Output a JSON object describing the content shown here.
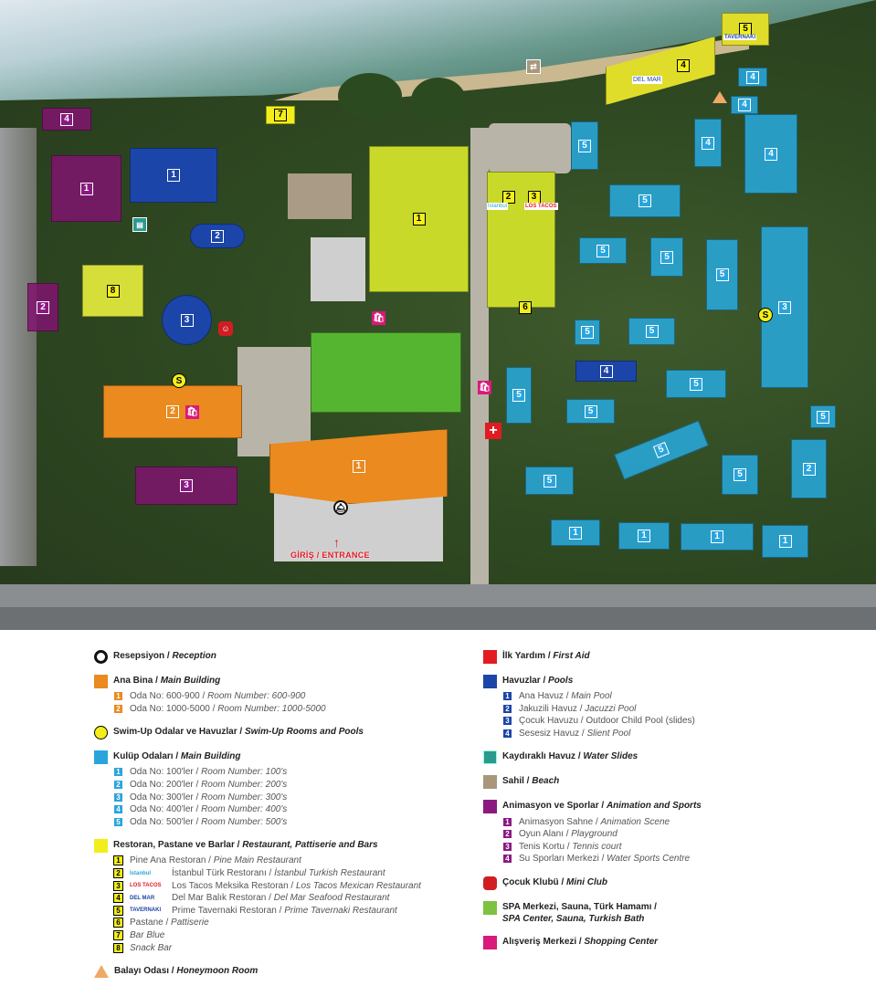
{
  "map": {
    "entrance": "GİRİŞ / ENTRANCE",
    "animation": [
      {
        "n": "4"
      },
      {
        "n": "1"
      },
      {
        "n": "2"
      },
      {
        "n": "3"
      }
    ],
    "pools": [
      {
        "n": "1"
      },
      {
        "n": "2"
      },
      {
        "n": "3"
      },
      {
        "n": "4"
      }
    ],
    "main": [
      {
        "n": "2"
      },
      {
        "n": "1"
      }
    ],
    "restaurants": [
      {
        "n": "1"
      },
      {
        "n": "2"
      },
      {
        "n": "3"
      },
      {
        "n": "4"
      },
      {
        "n": "5"
      },
      {
        "n": "6"
      },
      {
        "n": "7"
      },
      {
        "n": "8"
      }
    ],
    "logos": {
      "istanbul": "İstanbul",
      "lostacos": "LOS TACOS",
      "delmar": "DEL MAR",
      "tavernaki": "TAVERNAKI"
    },
    "club": [
      "5",
      "4",
      "4",
      "4",
      "4",
      "5",
      "5",
      "5",
      "5",
      "3",
      "5",
      "5",
      "5",
      "5",
      "5",
      "5",
      "5",
      "5",
      "2",
      "5",
      "1",
      "1",
      "1",
      "1"
    ],
    "icons": {
      "swim": "S",
      "shop": "🛍",
      "aid": "+",
      "club": "☺",
      "slide": "▤",
      "beach": "⇄",
      "reception": "🛎"
    }
  },
  "legend": {
    "left": [
      {
        "title": "Resepsiyon",
        "title_en": "Reception",
        "icon": "reception-icon"
      },
      {
        "title": "Ana Bina",
        "title_en": "Main Building",
        "color": "#ea8a1f",
        "items": [
          {
            "n": "1",
            "tr": "Oda No: 600-900",
            "en": "Room Number: 600-900"
          },
          {
            "n": "2",
            "tr": "Oda No: 1000-5000",
            "en": "Room Number: 1000-5000"
          }
        ]
      },
      {
        "title": "Swim-Up Odalar ve Havuzlar",
        "title_en": "Swim-Up Rooms and Pools",
        "icon": "swim-up-icon"
      },
      {
        "title": "Kulüp Odaları",
        "title_en": "Main Building",
        "color": "#2aa5dc",
        "items": [
          {
            "n": "1",
            "tr": "Oda No: 100'ler",
            "en": "Room Number: 100's"
          },
          {
            "n": "2",
            "tr": "Oda No: 200'ler",
            "en": "Room Number: 200's"
          },
          {
            "n": "3",
            "tr": "Oda No: 300'ler",
            "en": "Room Number: 300's"
          },
          {
            "n": "4",
            "tr": "Oda No: 400'ler",
            "en": "Room Number: 400's"
          },
          {
            "n": "5",
            "tr": "Oda No: 500'ler",
            "en": "Room Number: 500's"
          }
        ]
      },
      {
        "title": "Restoran, Pastane ve Barlar",
        "title_en": "Restaurant, Pattiserie and Bars",
        "color": "#f3ee1b",
        "items": [
          {
            "n": "1",
            "tr": "Pine Ana Restoran",
            "en": "Pine Main Restaurant"
          },
          {
            "n": "2",
            "logo": "İstanbul",
            "tr": "İstanbul Türk Restoranı",
            "en": "İstanbul Turkish Restaurant"
          },
          {
            "n": "3",
            "logo": "LOS TACOS",
            "tr": "Los Tacos Meksika Restoran",
            "en": "Los Tacos Mexican Restaurant"
          },
          {
            "n": "4",
            "logo": "DEL MAR",
            "tr": "Del Mar Balık Restoran",
            "en": "Del Mar Seafood Restaurant"
          },
          {
            "n": "5",
            "logo": "TAVERNAKI",
            "tr": "Prime Tavernaki Restoran",
            "en": "Prime Tavernaki Restaurant"
          },
          {
            "n": "6",
            "tr": "Pastane",
            "en": "Pattiserie"
          },
          {
            "n": "7",
            "en": "Bar Blue"
          },
          {
            "n": "8",
            "en": "Snack Bar"
          }
        ]
      },
      {
        "title": "Balayı Odası",
        "title_en": "Honeymoon Room",
        "icon": "honeymoon-icon"
      }
    ],
    "right": [
      {
        "title": "İlk Yardım",
        "title_en": "First Aid"
      },
      {
        "title": "Havuzlar",
        "title_en": "Pools",
        "color": "#1b45a8",
        "items": [
          {
            "n": "1",
            "tr": "Ana Havuz",
            "en": "Main Pool"
          },
          {
            "n": "2",
            "tr": "Jakuzili Havuz",
            "en": "Jacuzzi Pool"
          },
          {
            "n": "3",
            "tr": "Çocuk Havuzu",
            "en_plain": "Outdoor Child Pool (slides)"
          },
          {
            "n": "4",
            "tr": "Sesesiz Havuz",
            "en": "Slient Pool"
          }
        ]
      },
      {
        "title": "Kaydıraklı Havuz",
        "title_en": "Water Slides"
      },
      {
        "title": "Sahil",
        "title_en": "Beach"
      },
      {
        "title": "Animasyon ve Sporlar",
        "title_en": "Animation and Sports",
        "color": "#8a1a82",
        "items": [
          {
            "n": "1",
            "tr": "Animasyon Sahne",
            "en": "Animation Scene"
          },
          {
            "n": "2",
            "tr": "Oyun Alanı",
            "en": "Playground"
          },
          {
            "n": "3",
            "tr": "Tenis Kortu",
            "en": "Tennis court"
          },
          {
            "n": "4",
            "tr": "Su Sporları Merkezi",
            "en": "Water Sports Centre"
          }
        ]
      },
      {
        "title": "Çocuk Klubü",
        "title_en": "Mini Club"
      },
      {
        "title": "SPA Merkezi, Sauna, Türk Hamamı /",
        "title_en": "SPA Center, Sauna, Turkish Bath",
        "color": "#7dc242"
      },
      {
        "title": "Alışveriş Merkezi",
        "title_en": "Shopping Center"
      }
    ]
  }
}
